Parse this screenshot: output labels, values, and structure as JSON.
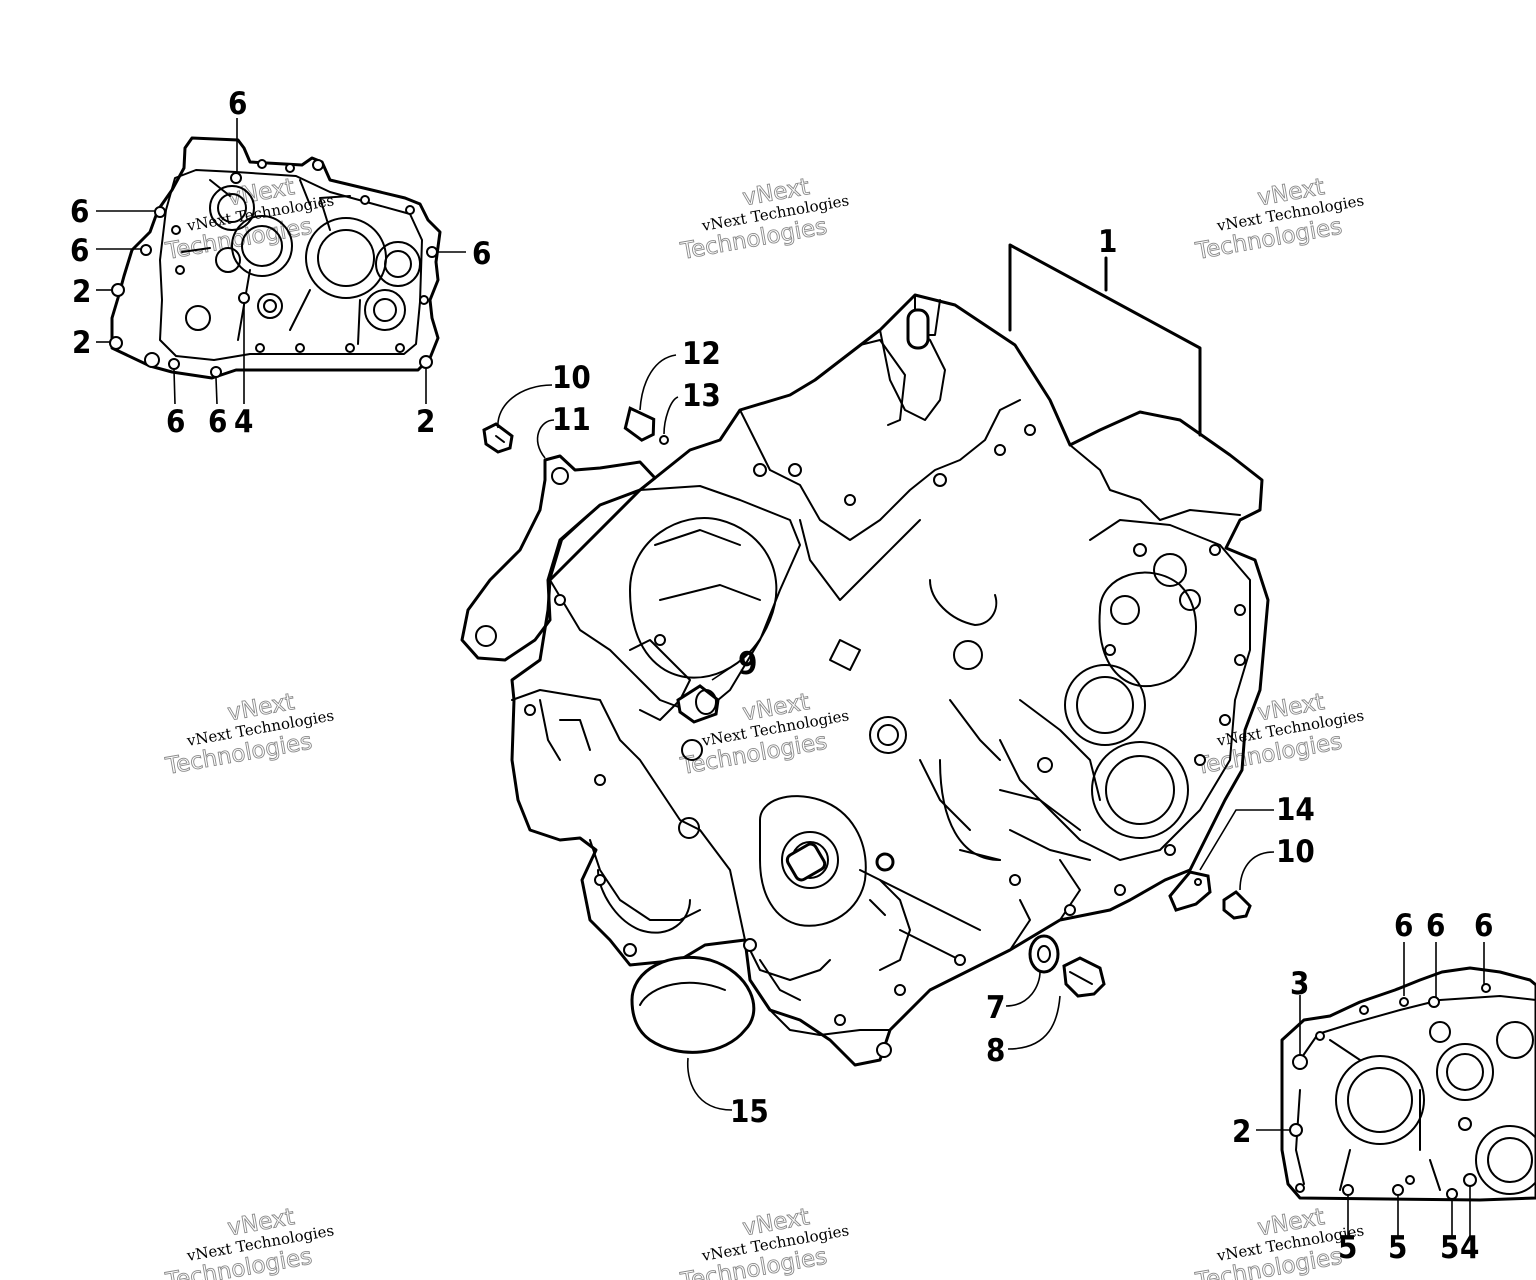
{
  "callouts": {
    "c1": "1",
    "c2a": "2",
    "c2b": "2",
    "c2c": "2",
    "c2d": "2",
    "c3": "3",
    "c4a": "4",
    "c4b": "4",
    "c5a": "5",
    "c5b": "5",
    "c5c": "5",
    "c6a": "6",
    "c6b": "6",
    "c6c": "6",
    "c6d": "6",
    "c6e": "6",
    "c6f": "6",
    "c6g": "6",
    "c6h": "6",
    "c6i": "6",
    "c7": "7",
    "c8": "8",
    "c9": "9",
    "c10a": "10",
    "c10b": "10",
    "c11": "11",
    "c12": "12",
    "c13": "13",
    "c14": "14",
    "c15": "15"
  },
  "watermark": {
    "line1": "vNext",
    "line2": "vNext Technologies",
    "line3": "Technologies"
  }
}
